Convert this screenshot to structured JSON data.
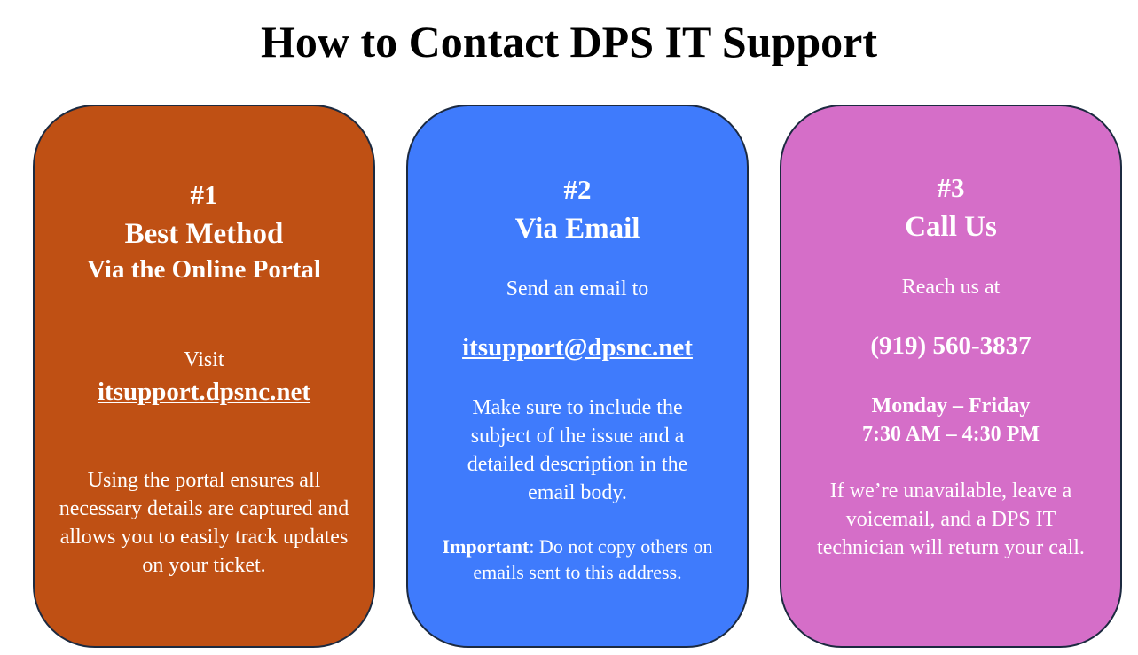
{
  "title": "How to Contact DPS IT Support",
  "colors": {
    "card1_bg": "#bf5014",
    "card2_bg": "#3f7bfc",
    "card3_bg": "#d56ec8",
    "text": "#ffffff",
    "border": "#1c2a40"
  },
  "cards": [
    {
      "number": "#1",
      "heading": "Best Method",
      "subheading": "Via the Online Portal",
      "visit_label": "Visit",
      "link": "itsupport.dpsnc.net",
      "description": "Using the portal ensures all necessary details are captured and allows you to easily track updates on your ticket."
    },
    {
      "number": "#2",
      "heading": "Via Email",
      "intro": "Send an email to",
      "email": "itsupport@dpsnc.net",
      "description": "Make sure to include the subject of the issue and a detailed description in the email body.",
      "important_label": "Important",
      "important_text": ": Do not copy others on emails sent to this address."
    },
    {
      "number": "#3",
      "heading": "Call Us",
      "intro": "Reach us at",
      "phone": "(919) 560-3837",
      "days": "Monday – Friday",
      "hours": "7:30 AM – 4:30 PM",
      "description": "If we’re unavailable, leave a voicemail, and a DPS IT technician will return your call."
    }
  ]
}
